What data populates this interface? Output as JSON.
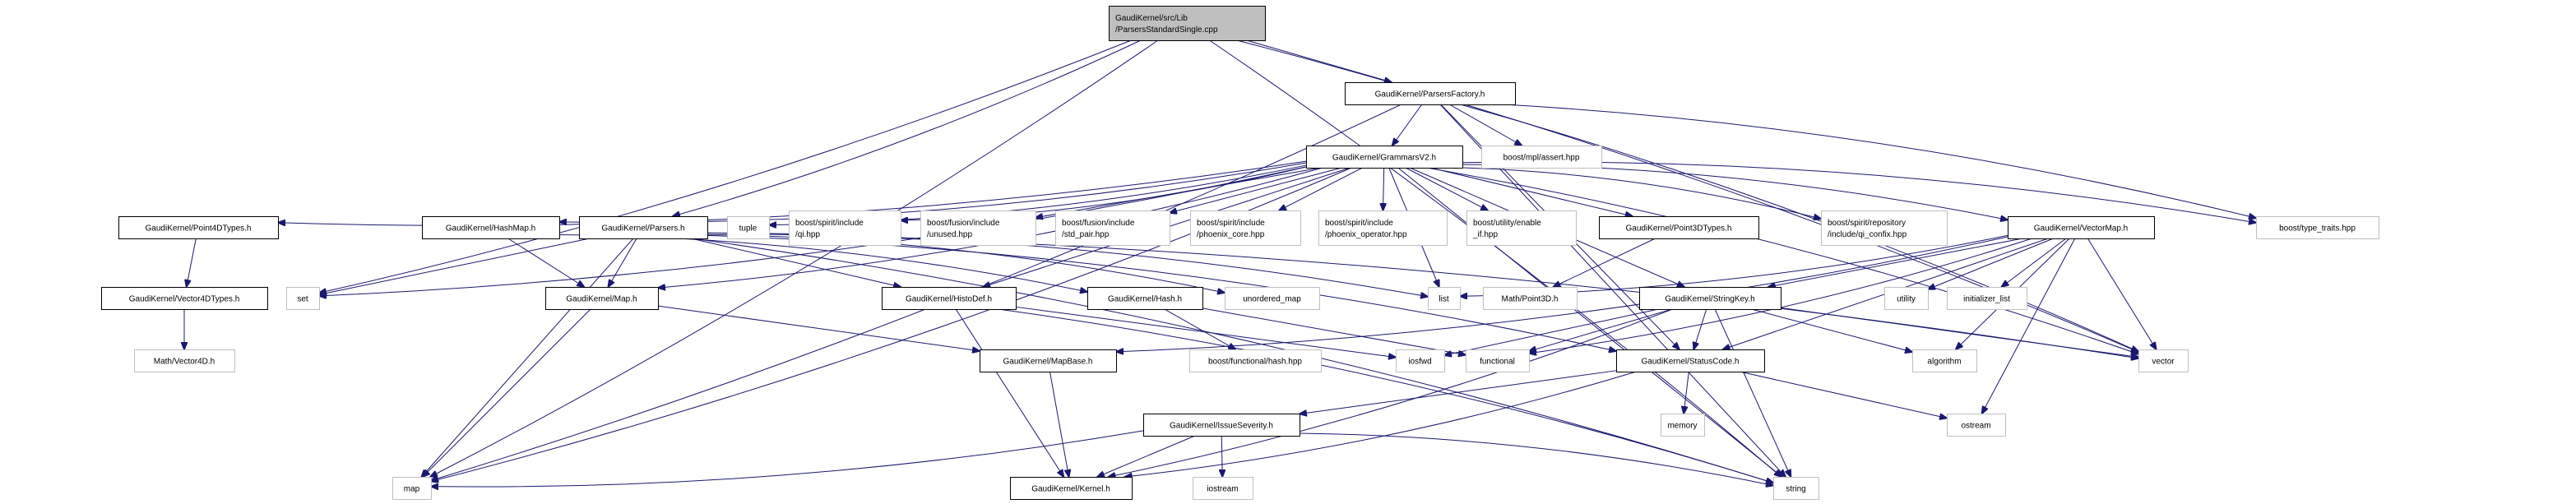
{
  "colors": {
    "edge": "#191970",
    "root_fill": "#bfbfbf",
    "documented_border": "#000000",
    "external_border": "#bfbfbf"
  },
  "nodes": [
    {
      "id": "root",
      "lines": [
        "GaudiKernel/src/Lib",
        "/ParsersStandardSingle.cpp"
      ],
      "kind": "root"
    },
    {
      "id": "pf",
      "lines": [
        "GaudiKernel/ParsersFactory.h"
      ],
      "kind": "documented"
    },
    {
      "id": "gv2",
      "lines": [
        "GaudiKernel/GrammarsV2.h"
      ],
      "kind": "documented"
    },
    {
      "id": "mpl",
      "lines": [
        "boost/mpl/assert.hpp"
      ],
      "kind": "external"
    },
    {
      "id": "p4d",
      "lines": [
        "GaudiKernel/Point4DTypes.h"
      ],
      "kind": "documented"
    },
    {
      "id": "hashmap",
      "lines": [
        "GaudiKernel/HashMap.h"
      ],
      "kind": "documented"
    },
    {
      "id": "parsers",
      "lines": [
        "GaudiKernel/Parsers.h"
      ],
      "kind": "documented"
    },
    {
      "id": "tuple",
      "lines": [
        "tuple"
      ],
      "kind": "external"
    },
    {
      "id": "qi",
      "lines": [
        "boost/spirit/include",
        "/qi.hpp"
      ],
      "kind": "external"
    },
    {
      "id": "unused",
      "lines": [
        "boost/fusion/include",
        "/unused.hpp"
      ],
      "kind": "external"
    },
    {
      "id": "stdpair",
      "lines": [
        "boost/fusion/include",
        "/std_pair.hpp"
      ],
      "kind": "external"
    },
    {
      "id": "pcore",
      "lines": [
        "boost/spirit/include",
        "/phoenix_core.hpp"
      ],
      "kind": "external"
    },
    {
      "id": "pop",
      "lines": [
        "boost/spirit/include",
        "/phoenix_operator.hpp"
      ],
      "kind": "external"
    },
    {
      "id": "enable",
      "lines": [
        "boost/utility/enable",
        "_if.hpp"
      ],
      "kind": "external"
    },
    {
      "id": "p3d",
      "lines": [
        "GaudiKernel/Point3DTypes.h"
      ],
      "kind": "documented"
    },
    {
      "id": "qiconfix",
      "lines": [
        "boost/spirit/repository",
        "/include/qi_confix.hpp"
      ],
      "kind": "external"
    },
    {
      "id": "vmap",
      "lines": [
        "GaudiKernel/VectorMap.h"
      ],
      "kind": "documented"
    },
    {
      "id": "typetraits",
      "lines": [
        "boost/type_traits.hpp"
      ],
      "kind": "external"
    },
    {
      "id": "v4d",
      "lines": [
        "GaudiKernel/Vector4DTypes.h"
      ],
      "kind": "documented"
    },
    {
      "id": "set",
      "lines": [
        "set"
      ],
      "kind": "external"
    },
    {
      "id": "maph",
      "lines": [
        "GaudiKernel/Map.h"
      ],
      "kind": "documented"
    },
    {
      "id": "histodef",
      "lines": [
        "GaudiKernel/HistoDef.h"
      ],
      "kind": "documented"
    },
    {
      "id": "hash",
      "lines": [
        "GaudiKernel/Hash.h"
      ],
      "kind": "documented"
    },
    {
      "id": "umap",
      "lines": [
        "unordered_map"
      ],
      "kind": "external"
    },
    {
      "id": "list",
      "lines": [
        "list"
      ],
      "kind": "external"
    },
    {
      "id": "p3dmath",
      "lines": [
        "Math/Point3D.h"
      ],
      "kind": "external"
    },
    {
      "id": "strkey",
      "lines": [
        "GaudiKernel/StringKey.h"
      ],
      "kind": "documented"
    },
    {
      "id": "utility",
      "lines": [
        "utility"
      ],
      "kind": "external"
    },
    {
      "id": "initlist",
      "lines": [
        "initializer_list"
      ],
      "kind": "external"
    },
    {
      "id": "v4dmath",
      "lines": [
        "Math/Vector4D.h"
      ],
      "kind": "external"
    },
    {
      "id": "mapbase",
      "lines": [
        "GaudiKernel/MapBase.h"
      ],
      "kind": "documented"
    },
    {
      "id": "bfhash",
      "lines": [
        "boost/functional/hash.hpp"
      ],
      "kind": "external"
    },
    {
      "id": "iosfwd",
      "lines": [
        "iosfwd"
      ],
      "kind": "external"
    },
    {
      "id": "functional",
      "lines": [
        "functional"
      ],
      "kind": "external"
    },
    {
      "id": "statuscode",
      "lines": [
        "GaudiKernel/StatusCode.h"
      ],
      "kind": "documented"
    },
    {
      "id": "algorithm",
      "lines": [
        "algorithm"
      ],
      "kind": "external"
    },
    {
      "id": "vector",
      "lines": [
        "vector"
      ],
      "kind": "external"
    },
    {
      "id": "issue",
      "lines": [
        "GaudiKernel/IssueSeverity.h"
      ],
      "kind": "documented"
    },
    {
      "id": "memory",
      "lines": [
        "memory"
      ],
      "kind": "external"
    },
    {
      "id": "ostream",
      "lines": [
        "ostream"
      ],
      "kind": "external"
    },
    {
      "id": "map",
      "lines": [
        "map"
      ],
      "kind": "external"
    },
    {
      "id": "kernel",
      "lines": [
        "GaudiKernel/Kernel.h"
      ],
      "kind": "documented"
    },
    {
      "id": "iostream",
      "lines": [
        "iostream"
      ],
      "kind": "external"
    },
    {
      "id": "string",
      "lines": [
        "string"
      ],
      "kind": "external"
    }
  ],
  "edges": [
    [
      "root",
      "map"
    ],
    [
      "root",
      "set"
    ],
    [
      "root",
      "parsers"
    ],
    [
      "root",
      "pf"
    ],
    [
      "root",
      "vector"
    ],
    [
      "root",
      "string"
    ],
    [
      "pf",
      "gv2"
    ],
    [
      "pf",
      "map"
    ],
    [
      "pf",
      "mpl"
    ],
    [
      "pf",
      "typetraits"
    ],
    [
      "pf",
      "statuscode"
    ],
    [
      "pf",
      "vector"
    ],
    [
      "pf",
      "string"
    ],
    [
      "gv2",
      "p4d"
    ],
    [
      "gv2",
      "hashmap"
    ],
    [
      "gv2",
      "tuple"
    ],
    [
      "gv2",
      "qi"
    ],
    [
      "gv2",
      "unused"
    ],
    [
      "gv2",
      "stdpair"
    ],
    [
      "gv2",
      "pcore"
    ],
    [
      "gv2",
      "pop"
    ],
    [
      "gv2",
      "enable"
    ],
    [
      "gv2",
      "p3d"
    ],
    [
      "gv2",
      "qiconfix"
    ],
    [
      "gv2",
      "vmap"
    ],
    [
      "gv2",
      "typetraits"
    ],
    [
      "gv2",
      "set"
    ],
    [
      "gv2",
      "map"
    ],
    [
      "gv2",
      "list"
    ],
    [
      "gv2",
      "vector"
    ],
    [
      "gv2",
      "string"
    ],
    [
      "gv2",
      "strkey"
    ],
    [
      "gv2",
      "histodef"
    ],
    [
      "gv2",
      "maph"
    ],
    [
      "parsers",
      "set"
    ],
    [
      "parsers",
      "maph"
    ],
    [
      "parsers",
      "map"
    ],
    [
      "parsers",
      "histodef"
    ],
    [
      "parsers",
      "umap"
    ],
    [
      "parsers",
      "list"
    ],
    [
      "parsers",
      "string"
    ],
    [
      "parsers",
      "statuscode"
    ],
    [
      "parsers",
      "vector"
    ],
    [
      "hashmap",
      "maph"
    ],
    [
      "hashmap",
      "hash"
    ],
    [
      "p4d",
      "v4d"
    ],
    [
      "v4d",
      "v4dmath"
    ],
    [
      "p3d",
      "p3dmath"
    ],
    [
      "maph",
      "map"
    ],
    [
      "maph",
      "mapbase"
    ],
    [
      "histodef",
      "iosfwd"
    ],
    [
      "histodef",
      "string"
    ],
    [
      "histodef",
      "kernel"
    ],
    [
      "hash",
      "bfhash"
    ],
    [
      "hash",
      "functional"
    ],
    [
      "vmap",
      "list"
    ],
    [
      "vmap",
      "utility"
    ],
    [
      "vmap",
      "initlist"
    ],
    [
      "vmap",
      "algorithm"
    ],
    [
      "vmap",
      "vector"
    ],
    [
      "vmap",
      "ostream"
    ],
    [
      "vmap",
      "statuscode"
    ],
    [
      "vmap",
      "strkey"
    ],
    [
      "vmap",
      "functional"
    ],
    [
      "vmap",
      "mapbase"
    ],
    [
      "strkey",
      "iosfwd"
    ],
    [
      "strkey",
      "functional"
    ],
    [
      "strkey",
      "algorithm"
    ],
    [
      "strkey",
      "vector"
    ],
    [
      "strkey",
      "string"
    ],
    [
      "strkey",
      "statuscode"
    ],
    [
      "strkey",
      "kernel"
    ],
    [
      "statuscode",
      "issue"
    ],
    [
      "statuscode",
      "memory"
    ],
    [
      "statuscode",
      "ostream"
    ],
    [
      "statuscode",
      "kernel"
    ],
    [
      "issue",
      "map"
    ],
    [
      "issue",
      "string"
    ],
    [
      "issue",
      "kernel"
    ],
    [
      "issue",
      "iostream"
    ],
    [
      "mapbase",
      "kernel"
    ]
  ]
}
